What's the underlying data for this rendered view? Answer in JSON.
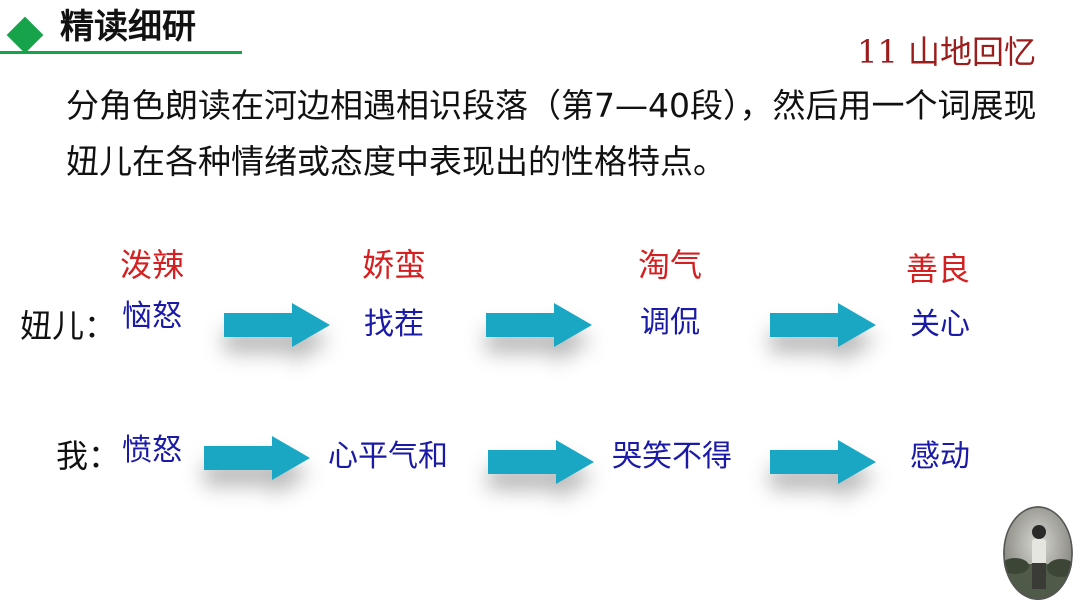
{
  "header": {
    "title": "精读细研"
  },
  "lesson_title": "11  山地回忆",
  "instruction": "分角色朗读在河边相遇相识段落（第7—40段），然后用一个词展现妞儿在各种情绪或态度中表现出的性格特点。",
  "traits": [
    "泼辣",
    "娇蛮",
    "淘气",
    "善良"
  ],
  "rows": [
    {
      "label": "妞儿：",
      "emotions": [
        "恼怒",
        "找茬",
        "调侃",
        "关心"
      ]
    },
    {
      "label": "我：",
      "emotions": [
        "愤怒",
        "心平气和",
        "哭笑不得",
        "感动"
      ]
    }
  ],
  "colors": {
    "accent_green": "#16a34a",
    "trait_red": "#d42020",
    "emotion_blue": "#1a1aa6",
    "lesson_red": "#9b1c1c",
    "arrow_cyan": "#1aa7c4"
  },
  "icons": {
    "header_marker": "diamond-icon",
    "arrow": "right-arrow-icon",
    "photo": "author-portrait-photo"
  }
}
